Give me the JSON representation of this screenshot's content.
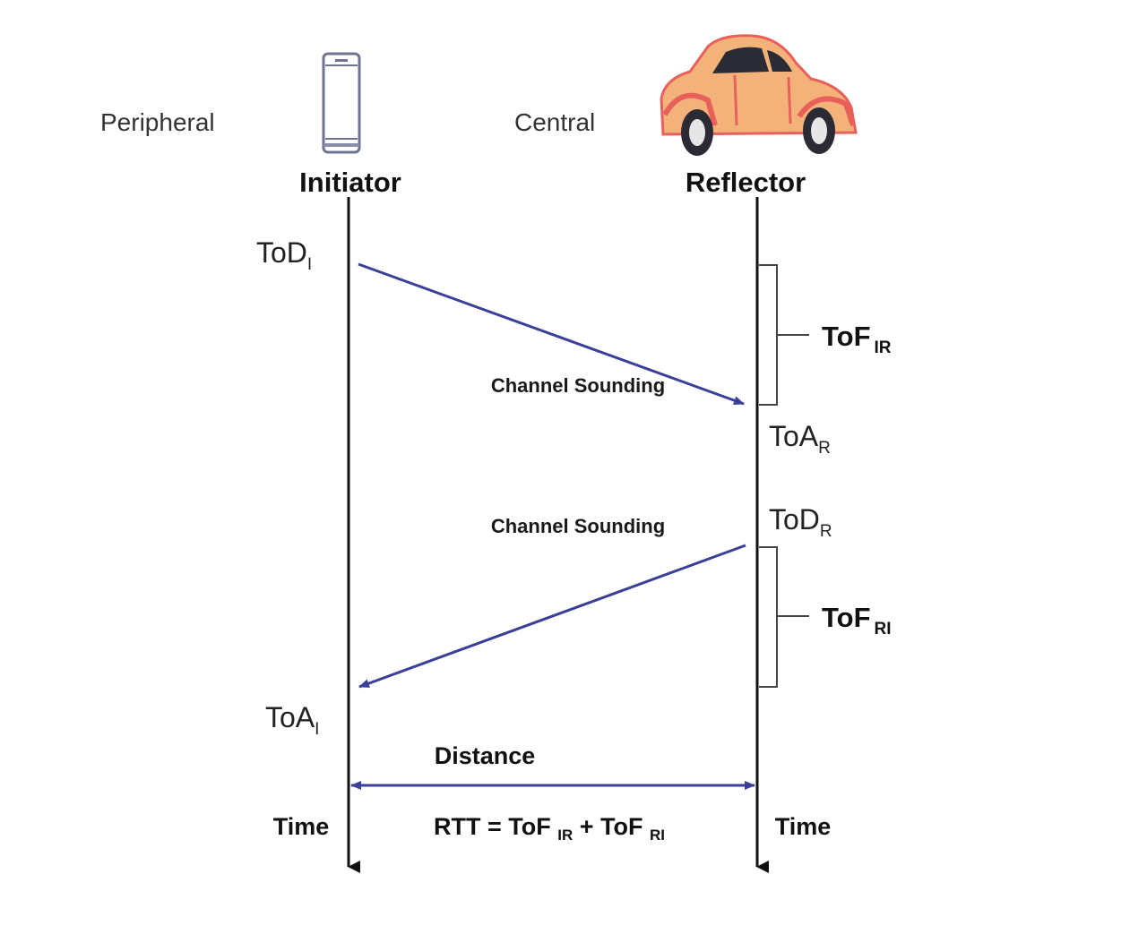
{
  "roles": {
    "left": "Peripheral",
    "right": "Central"
  },
  "headers": {
    "initiator": "Initiator",
    "reflector": "Reflector"
  },
  "icons": {
    "initiator": "smartphone-icon",
    "reflector": "car-icon"
  },
  "timestamps": {
    "tod_i": {
      "main": "ToD",
      "sub": "I"
    },
    "toa_r": {
      "main": "ToA",
      "sub": "R"
    },
    "tod_r": {
      "main": "ToD",
      "sub": "R"
    },
    "toa_i": {
      "main": "ToA",
      "sub": "I"
    }
  },
  "tof": {
    "ir": {
      "main": "ToF",
      "sub": "IR"
    },
    "ri": {
      "main": "ToF",
      "sub": "RI"
    }
  },
  "messages": {
    "forward": "Channel Sounding",
    "backward": "Channel Sounding"
  },
  "distance_label": "Distance",
  "time_labels": {
    "left": "Time",
    "right": "Time"
  },
  "rtt": {
    "prefix": "RTT = ToF ",
    "sub1": "IR",
    "middle": " + ToF ",
    "sub2": "RI"
  },
  "colors": {
    "arrow": "#3a3f9a",
    "timeline": "#111111",
    "bracket": "#444444",
    "car_body": "#f2b27a",
    "car_trim": "#e8605a"
  }
}
